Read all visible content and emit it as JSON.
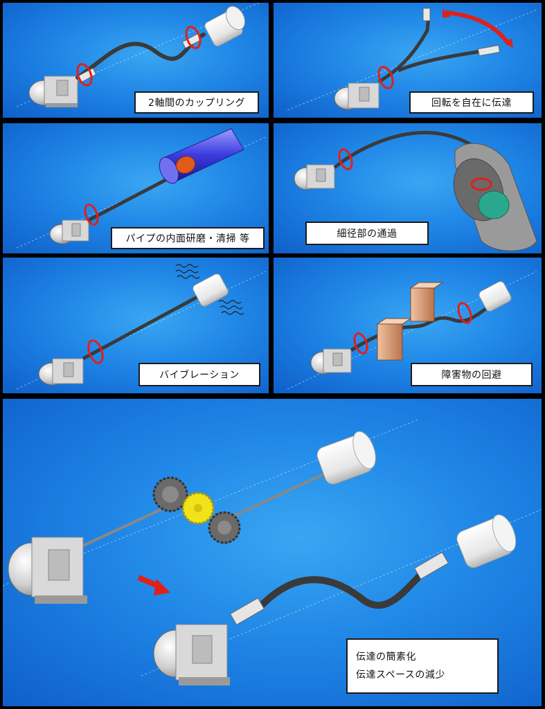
{
  "panels": [
    {
      "caption": "2軸間のカップリング"
    },
    {
      "caption": "回転を自在に伝達"
    },
    {
      "caption": "パイプの内面研磨・清掃 等"
    },
    {
      "caption": "細径部の通過"
    },
    {
      "caption": "バイブレーション"
    },
    {
      "caption": "障害物の回避"
    }
  ],
  "summary": {
    "line1": "伝達の簡素化",
    "line2": "伝達スペースの減少"
  },
  "colors": {
    "background": "#1f86e6",
    "shaft": "#3a3a3a",
    "rotation_arrow": "#e0201c",
    "gear_yellow": "#f2e21a",
    "obstacle": "#d9a07a",
    "pipe": "#3a3ae0"
  }
}
